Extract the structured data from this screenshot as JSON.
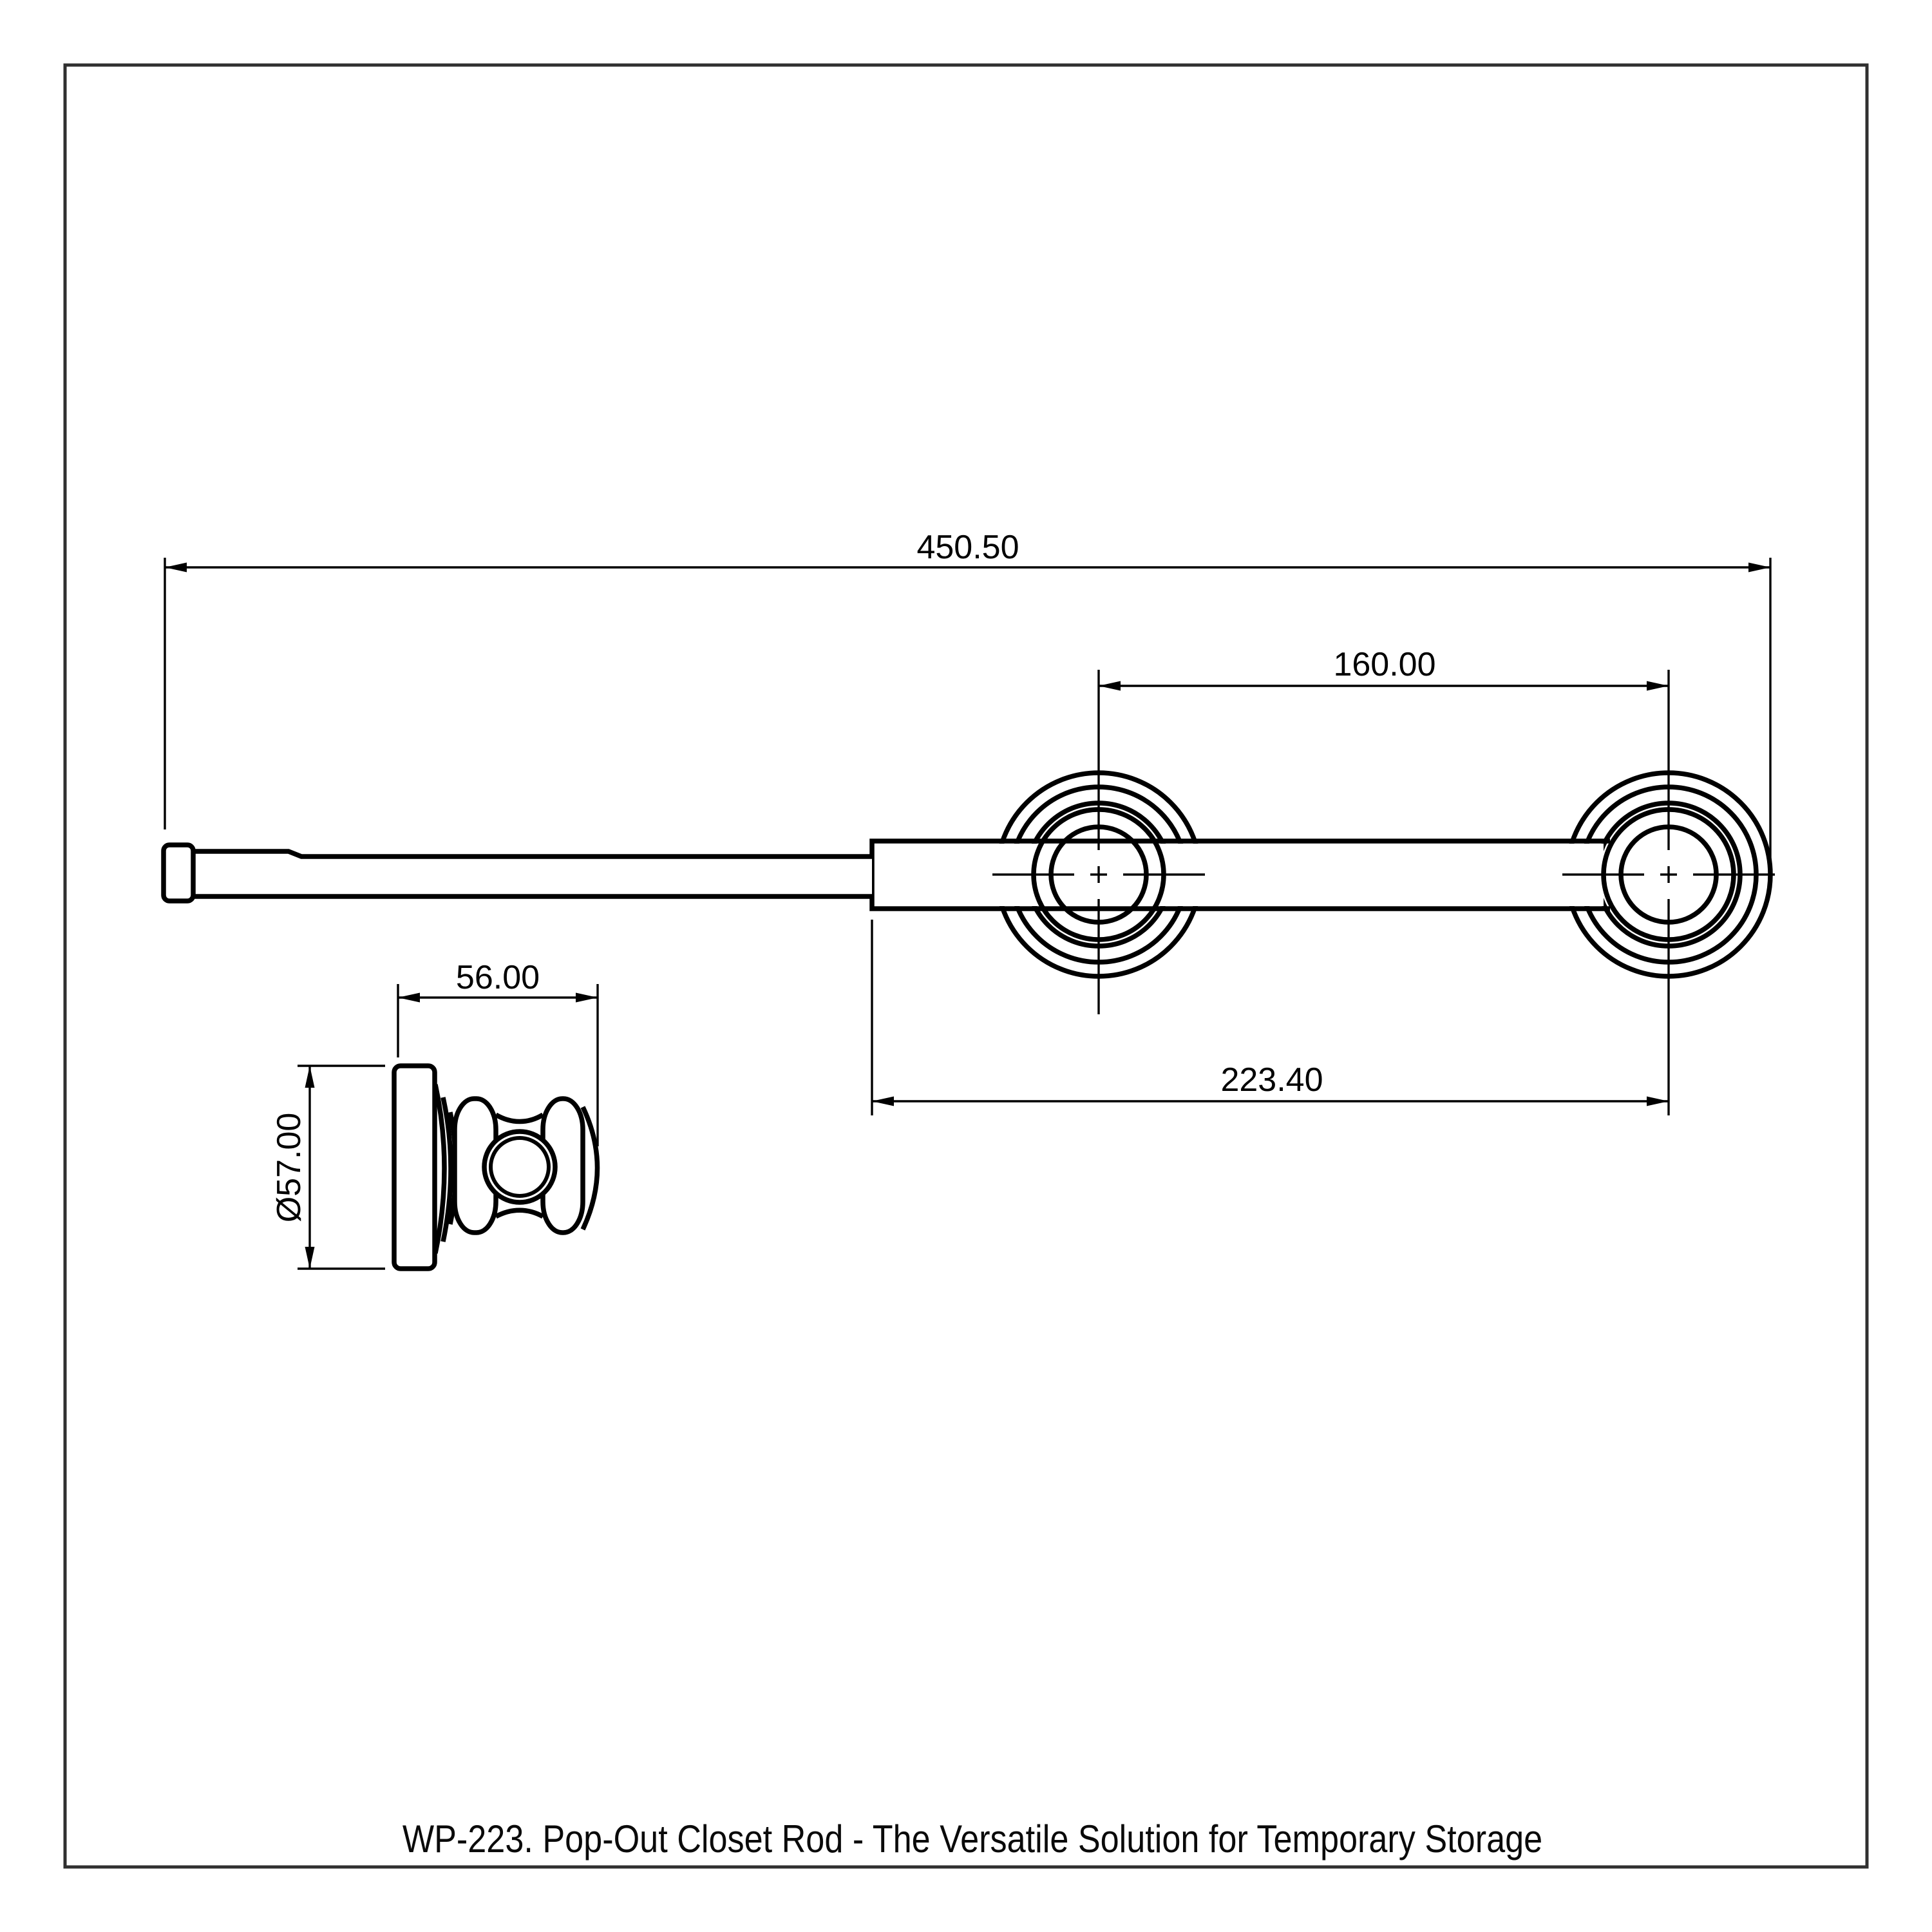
{
  "page": {
    "background": "#ffffff",
    "border_color": "#303030",
    "line_color": "#000000"
  },
  "caption": "WP-223. Pop-Out Closet Rod - The Versatile Solution for Temporary Storage",
  "dimensions": {
    "overall_length": "450.50",
    "flange_spacing": "160.00",
    "outer_tube_length": "223.40",
    "bracket_depth": "56.00",
    "bracket_diameter": "Ø57.00"
  }
}
